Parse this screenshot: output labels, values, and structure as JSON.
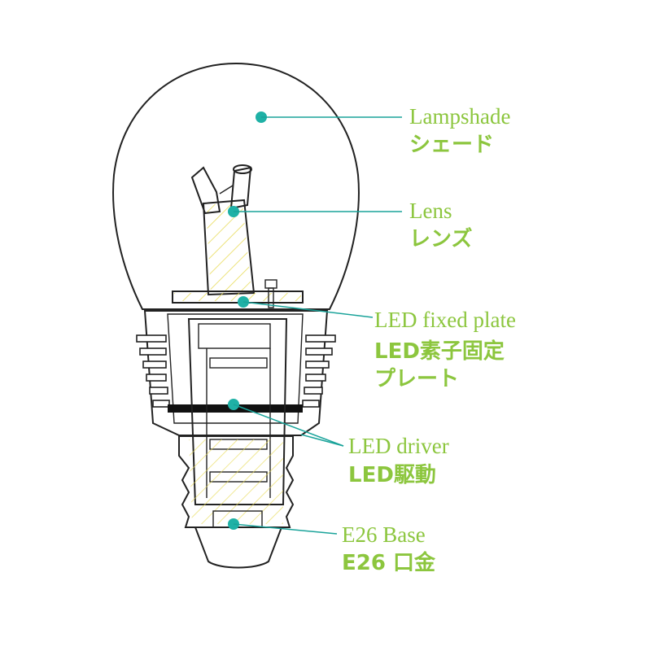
{
  "colors": {
    "label": "#8cc63e",
    "leader": "#1aa39a",
    "hatch": "#e8dc5a",
    "outline": "#222222"
  },
  "labels": {
    "lampshade": {
      "en": "Lampshade",
      "jp": "シェード"
    },
    "lens": {
      "en": "Lens",
      "jp": "レンズ"
    },
    "led_plate": {
      "en": "LED fixed plate",
      "jp1": "LED素子固定",
      "jp2": "プレート"
    },
    "led_driver": {
      "en": "LED driver",
      "jp": "LED駆動"
    },
    "e26_base": {
      "en": "E26 Base",
      "jp": "E26 口金"
    }
  }
}
